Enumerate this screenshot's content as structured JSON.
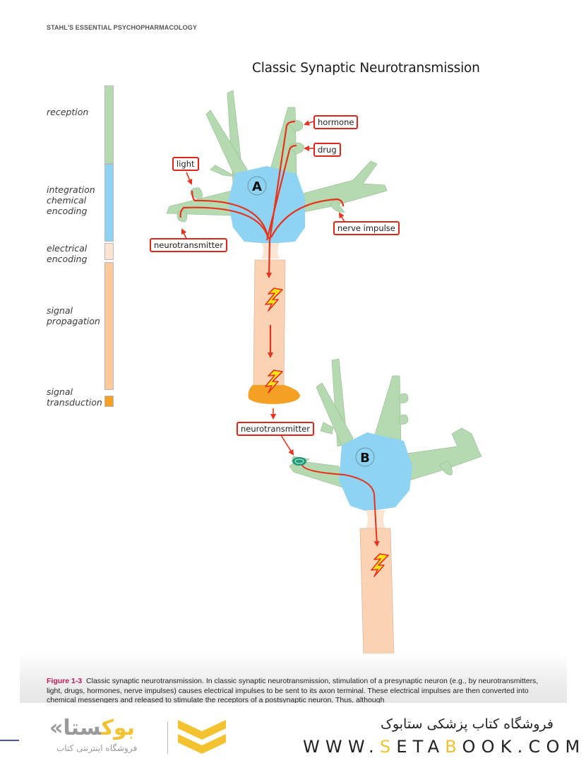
{
  "running_head": "STAHL'S ESSENTIAL PSYCHOPHARMACOLOGY",
  "figure_title": "Classic Synaptic Neurotransmission",
  "stages": [
    {
      "label": "reception",
      "color": "#b5d9b0"
    },
    {
      "label": "integration chemical encoding",
      "lines": [
        "integration",
        "chemical",
        "encoding"
      ],
      "color": "#8fd3f2"
    },
    {
      "label": "electrical encoding",
      "lines": [
        "electrical",
        "encoding"
      ],
      "color": "#fbe5d2"
    },
    {
      "label": "signal propagation",
      "lines": [
        "signal",
        "propagation"
      ],
      "color": "#fcc89c"
    },
    {
      "label": "signal transduction",
      "lines": [
        "signal",
        "transduction"
      ],
      "color": "#f4a024"
    }
  ],
  "neuron_a": {
    "label": "A",
    "inputs": [
      "hormone",
      "drug",
      "light",
      "nerve impulse",
      "neurotransmitter"
    ]
  },
  "between_label": "neurotransmitter",
  "neuron_b": {
    "label": "B"
  },
  "colors": {
    "dendrite": "#b5d9b0",
    "soma": "#8fd3f2",
    "axon": "#fbd3b4",
    "terminal": "#f4a024",
    "arrow": "#e8321c",
    "receptor": "#1e9a78",
    "callout_border": "#e0261b",
    "figure_number": "#c2185b"
  },
  "caption": {
    "figure_number": "Figure 1-3",
    "text": "Classic synaptic neurotransmission.  In classic synaptic neurotransmission, stimulation of a presynaptic neuron (e.g., by neurotransmitters, light, drugs, hormones, nerve impulses) causes electrical impulses to be sent to its axon terminal. These electrical impulses are then converted into chemical messengers and released to stimulate the receptors of a postsynaptic neuron. Thus, although"
  },
  "footer": {
    "logo_main_gray": "ستا",
    "logo_main_accent": "بوک",
    "logo_subtitle": "فروشگاه اینترنتی کتاب",
    "persian_tagline": "فروشگاه کتاب پزشکی ستابوک",
    "url_parts": [
      "WWW.",
      "S",
      "ETA",
      "B",
      "OOK.COM"
    ]
  }
}
